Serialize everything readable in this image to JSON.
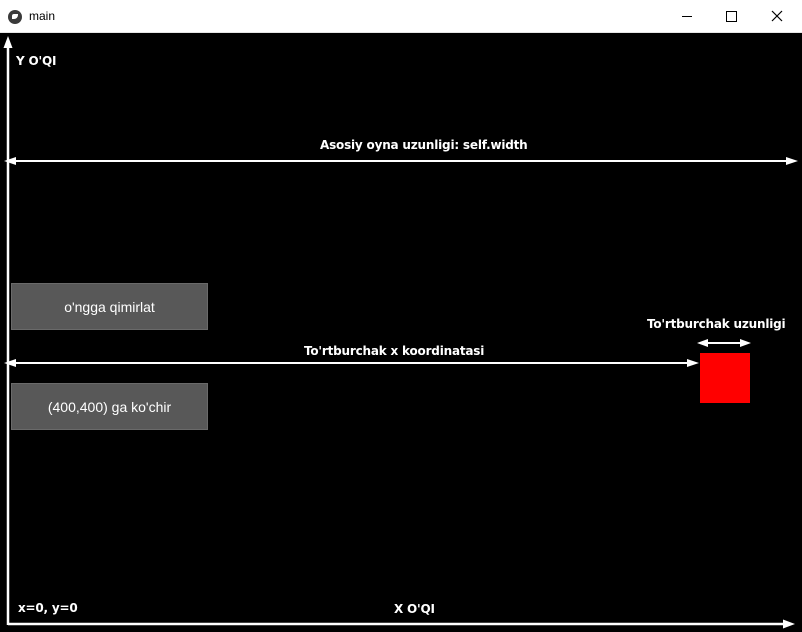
{
  "window": {
    "title": "main"
  },
  "canvas": {
    "y_axis_label": "Y O'QI",
    "x_axis_label": "X O'QI",
    "origin_label": "x=0, y=0",
    "width_label": "Asosiy oyna uzunligi: self.width",
    "rect_x_label": "To'rtburchak x koordinatasi",
    "rect_width_label": "To'rtburchak uzunligi"
  },
  "buttons": {
    "move_right": "o'ngga qimirlat",
    "move_to": "(400,400) ga ko'chir"
  },
  "colors": {
    "background": "#000000",
    "rectangle": "#ff0000",
    "button": "#585858",
    "lines": "#ffffff"
  }
}
